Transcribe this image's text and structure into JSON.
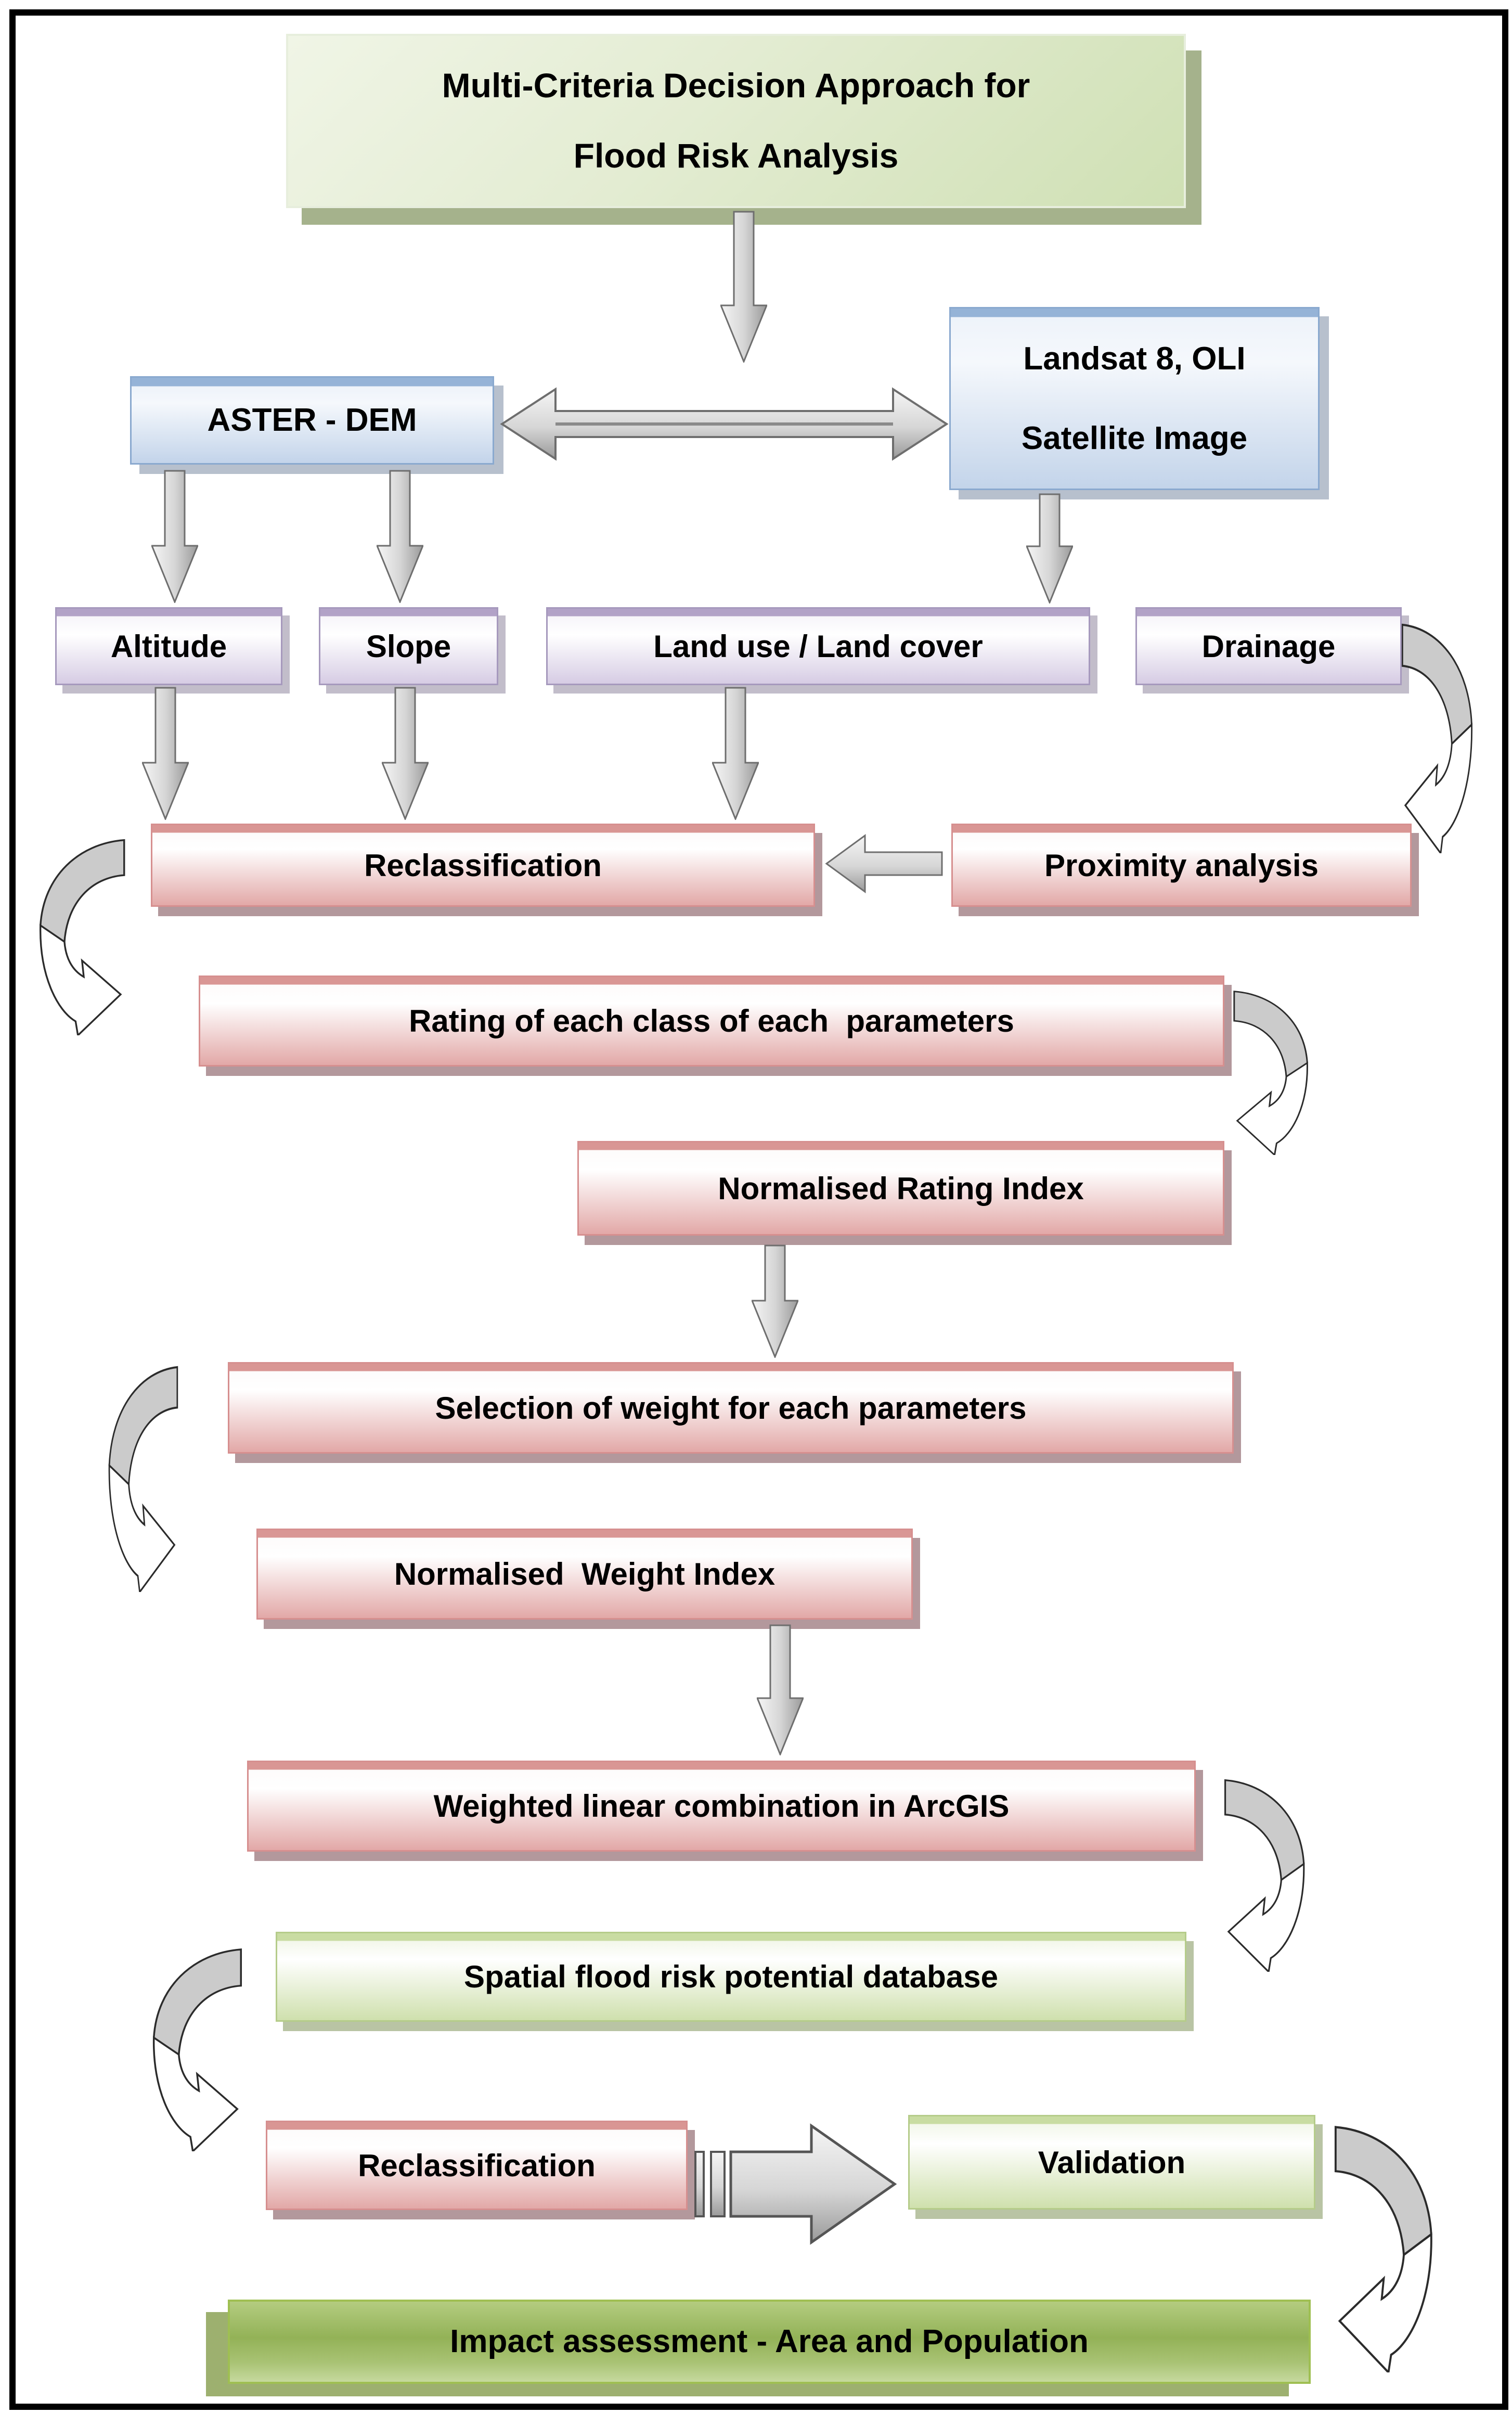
{
  "diagram": {
    "title_line1": "Multi-Criteria Decision Approach for",
    "title_line2": "Flood Risk Analysis",
    "nodes": {
      "aster": "ASTER - DEM",
      "landsat_line1": "Landsat 8, OLI",
      "landsat_line2": "Satellite Image",
      "altitude": "Altitude",
      "slope": "Slope",
      "landuse": "Land use / Land cover",
      "drainage": "Drainage",
      "reclassification1": "Reclassification",
      "proximity": "Proximity analysis",
      "rating": "Rating of each class of each  parameters",
      "normalised_rating_index": "Normalised Rating Index",
      "selection": "Selection of weight for each parameters",
      "normalised_weight_index": "Normalised  Weight Index",
      "weighted_linear": "Weighted linear combination in ArcGIS",
      "spatial_database": "Spatial flood risk potential database",
      "reclassification2": "Reclassification",
      "validation": "Validation",
      "impact": "Impact assessment - Area and Population"
    },
    "colors": {
      "frame": "#000000",
      "title_green_light": "#f0f5e6",
      "title_green_dark": "#cfe0b4",
      "title_shadow": "#a5b28c",
      "blue_band": "#95b3d7",
      "blue_body_bottom": "#c3d4ea",
      "blue_border": "#8aa9cf",
      "lavender_band": "#b2a2c7",
      "lavender_body_bottom": "#d6cce4",
      "lavender_border": "#a699bd",
      "pink_band": "#d99694",
      "pink_body_bottom": "#e2a8a7",
      "pink_border": "#d68f8f",
      "green_band": "#c9dca2",
      "green_body_bottom": "#cfe0ad",
      "green_border": "#b5cc8a",
      "impact_mid": "#93b257",
      "impact_border": "#9fbf52",
      "arrow_fill_light": "#f2f2f2",
      "arrow_fill_dark": "#9a9a9a",
      "arrow_outline": "#6e6e6e",
      "curved_arrow_band": "#cbcbcb",
      "curved_arrow_outline": "#2b2b2b"
    }
  }
}
